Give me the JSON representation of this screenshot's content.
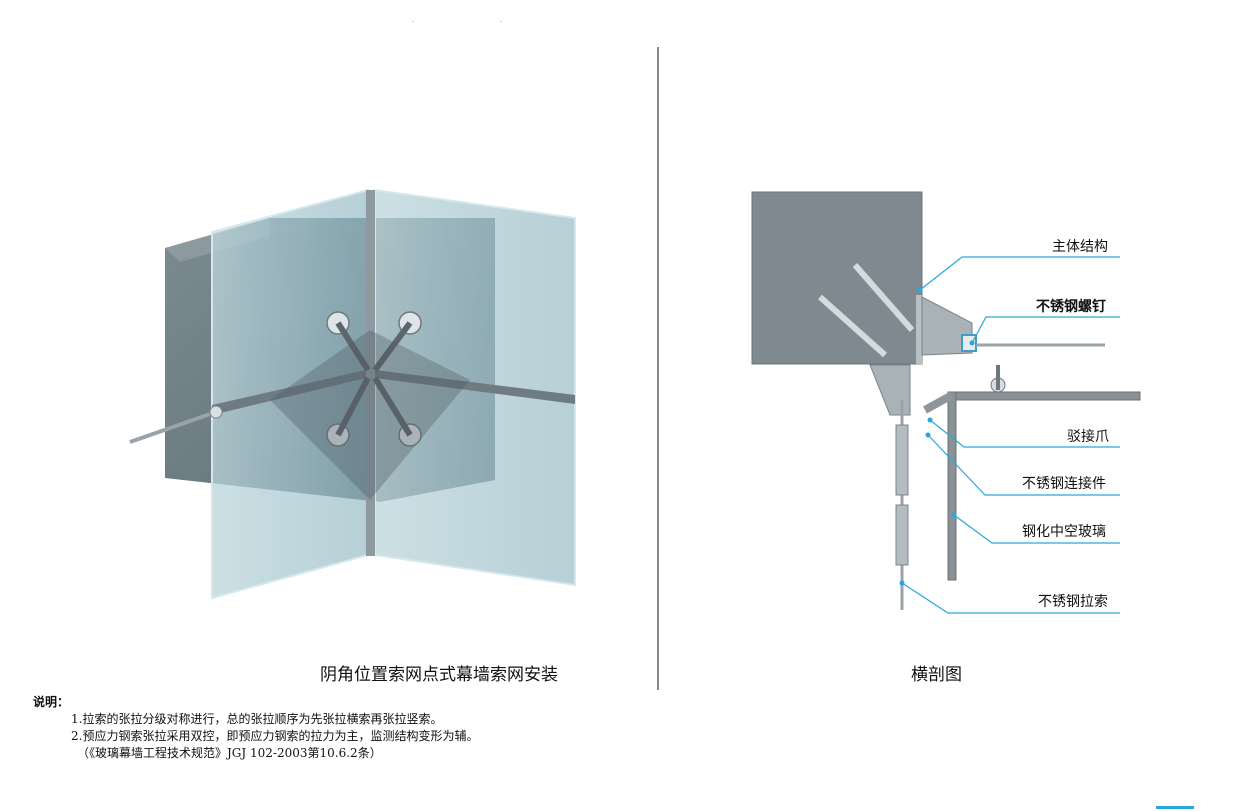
{
  "figures": {
    "left_caption": "阴角位置索网点式幕墙索网安装",
    "right_caption": "横剖图"
  },
  "callouts": [
    {
      "label": "主体结构",
      "bold": false
    },
    {
      "label": "不锈钢螺钉",
      "bold": true
    },
    {
      "label": "驳接爪",
      "bold": false
    },
    {
      "label": "不锈钢连接件",
      "bold": false
    },
    {
      "label": "钢化中空玻璃",
      "bold": false
    },
    {
      "label": "不锈钢拉索",
      "bold": false
    }
  ],
  "notes": {
    "heading": "说明：",
    "items": [
      "1.拉索的张拉分级对称进行，总的张拉顺序为先张拉横索再张拉竖索。",
      "2.预应力钢索张拉采用双控，即预应力钢索的拉力为主，监测结构变形为辅。"
    ],
    "reference": "（《玻璃幕墙工程技术规范》JGJ 102-2003第10.6.2条）"
  },
  "colors": {
    "leader": "#2aa7d8",
    "concrete": "#7f8a90",
    "glass": "#9fc3cc",
    "steel": "#a9b2b6"
  }
}
